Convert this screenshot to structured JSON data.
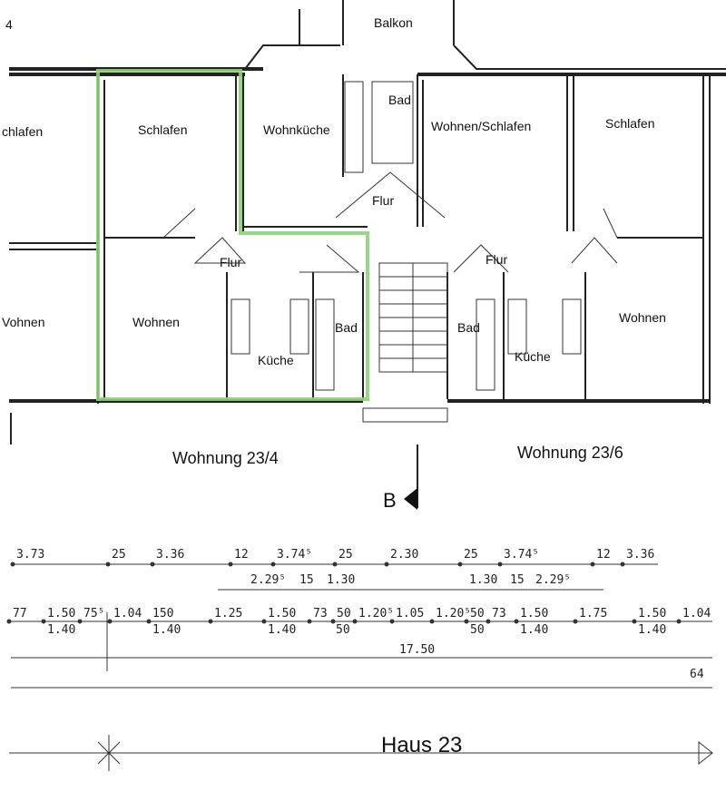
{
  "page_marker": "4",
  "rooms": {
    "balkon": "Balkon",
    "schlafen_left_edge": "chlafen",
    "wohnen_left_edge": "Vohnen",
    "schlafen_1": "Schlafen",
    "wohnkueche": "Wohnküche",
    "bad_top": "Bad",
    "wohnen_schlafen": "Wohnen/Schlafen",
    "schlafen_2": "Schlafen",
    "flur_center": "Flur",
    "flur_left": "Flur",
    "flur_right": "Flur",
    "wohnen_1": "Wohnen",
    "kueche_1": "Küche",
    "bad_1": "Bad",
    "bad_2": "Bad",
    "kueche_2": "Küche",
    "wohnen_2": "Wohnen"
  },
  "apartments": [
    "Wohnung 23/4",
    "Wohnung 23/6"
  ],
  "section_marker": "B",
  "dimensions": {
    "row1": [
      "3.73",
      "25",
      "3.36",
      "12",
      "3.74⁵",
      "25",
      "2.30",
      "25",
      "3.74⁵",
      "12",
      "3.36"
    ],
    "row2": [
      "2.29⁵",
      "15",
      "1.30",
      "1.30",
      "15",
      "2.29⁵"
    ],
    "row3": [
      "77",
      "1.50",
      "75⁵",
      "1.04",
      "150",
      "1.25",
      "1.50",
      "73",
      "50",
      "1.20⁵",
      "1.05",
      "1.20⁵",
      "50",
      "73",
      "1.50",
      "1.75",
      "1.50",
      "1.04"
    ],
    "row3_lower": [
      "1.40",
      "1.40",
      "1.40",
      "50",
      "50",
      "1.40",
      "1.40"
    ],
    "total": "17.50",
    "edge": "64"
  },
  "house_label": "Haus 23",
  "colors": {
    "highlight": "#8fcf7a",
    "line": "#222222"
  }
}
